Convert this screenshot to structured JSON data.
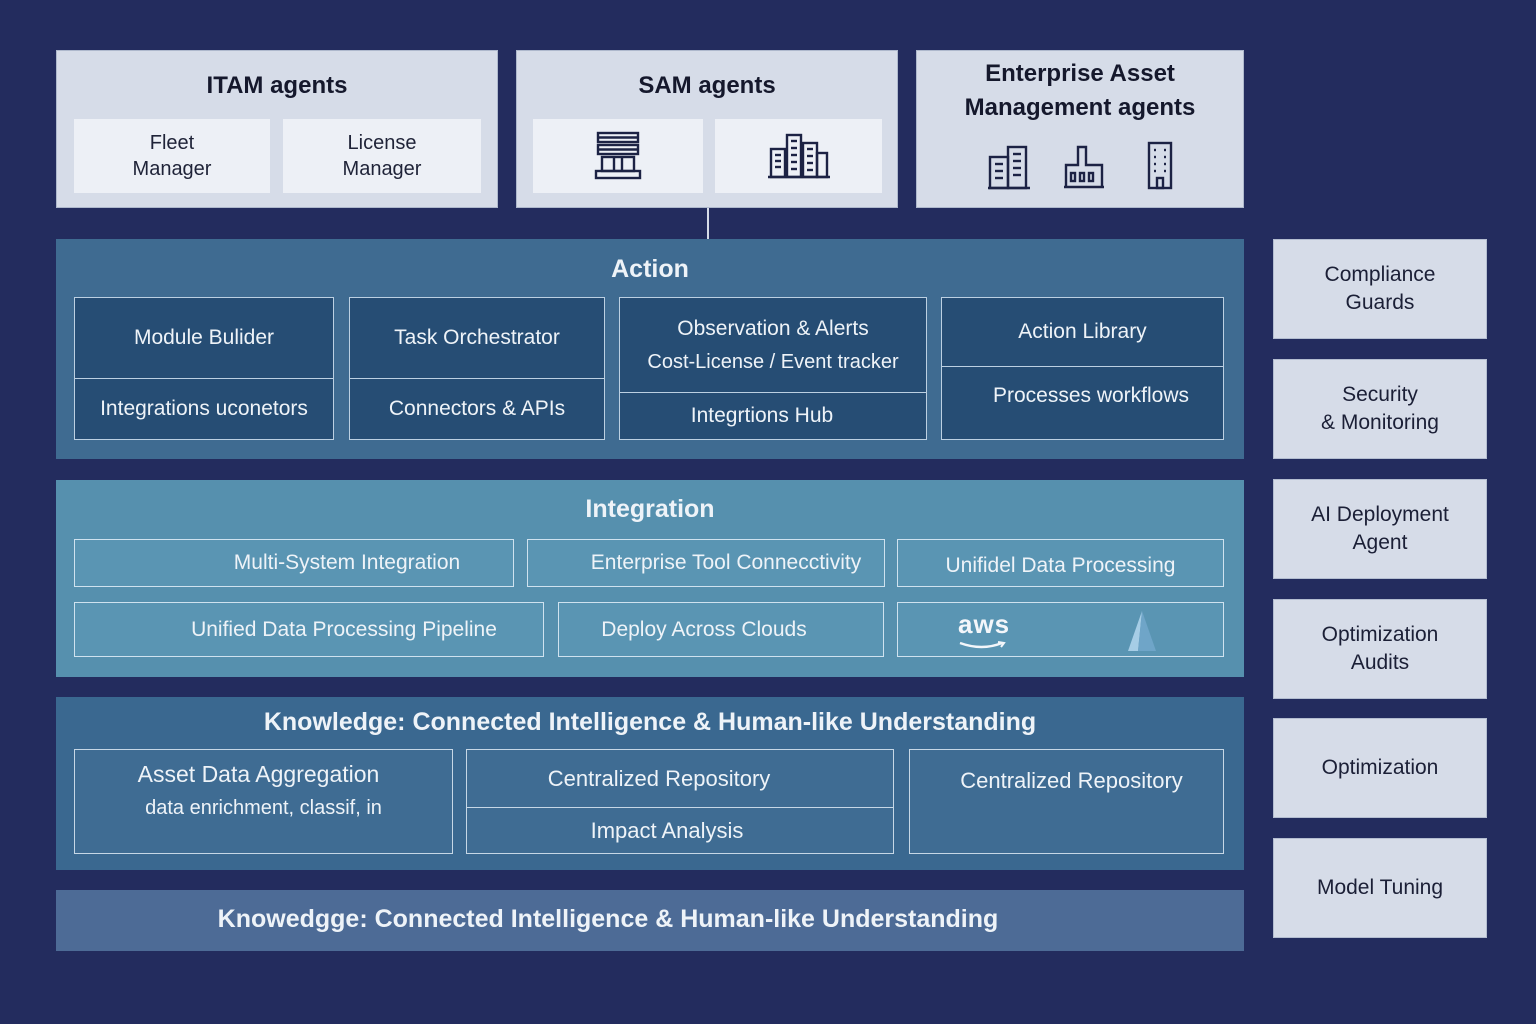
{
  "agents": {
    "itam": {
      "title": "ITAM agents",
      "tiles": [
        "Fleet\nManager",
        "License\nManager"
      ]
    },
    "sam": {
      "title": "SAM agents",
      "icons": [
        "server-rack-icon",
        "city-buildings-icon"
      ]
    },
    "eam": {
      "title": "Enterprise Asset\nManagement agents",
      "icons": [
        "office-building-icon",
        "factory-icon",
        "tower-building-icon"
      ]
    }
  },
  "action": {
    "title": "Action",
    "modules": [
      {
        "top": "Module Bulider",
        "bottom": "Integrations uconetors"
      },
      {
        "top": "Task Orchestrator",
        "bottom": "Connectors & APIs"
      },
      {
        "top": "Observation & Alerts",
        "top_sub": "Cost-License / Event tracker",
        "bottom": "Integrtions Hub"
      },
      {
        "top": "Action Library",
        "bottom": "Processes workflows"
      }
    ]
  },
  "integration": {
    "title": "Integration",
    "row1": [
      "Multi-System Integration",
      "Enterprise Tool Connecctivity",
      "Unifidel Data Processing"
    ],
    "row2": [
      "Unified Data Processing Pipeline",
      "Deploy Across Clouds"
    ],
    "cloud_logos": {
      "aws": "aws",
      "azure_icon": "azure-icon"
    }
  },
  "knowledge": {
    "title": "Knowledge: Connected Intelligence & Human-like Understanding",
    "boxes": [
      {
        "title": "Asset Data Aggregation",
        "sub": "data enrichment, classif, in"
      },
      {
        "top": "Centralized Repository",
        "bottom": "Impact Analysis"
      },
      {
        "title": "Centralized Repository"
      }
    ]
  },
  "footer": {
    "title": "Knowedgge: Connected Intelligence & Human-like Understanding"
  },
  "sidebar": {
    "items": [
      "Compliance\nGuards",
      "Security\n& Monitoring",
      "AI Deployment\nAgent",
      "Optimization\nAudits",
      "Optimization",
      "Model Tuning"
    ]
  },
  "colors": {
    "background": "#232c5e",
    "panel": "#d6dce8",
    "action_layer": "#3f6b91",
    "integration_layer": "#5690ae",
    "knowledge_layer": "#3a6890"
  }
}
